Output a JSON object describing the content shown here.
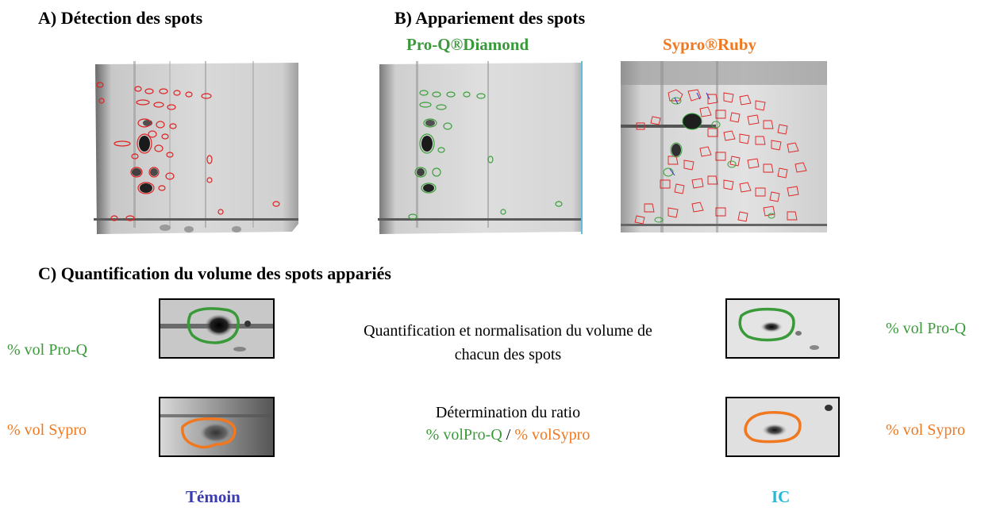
{
  "section_a": {
    "title": "A) Détection des spots"
  },
  "section_b": {
    "title": "B) Appariement des spots",
    "stain_1": "Pro-Q®Diamond",
    "stain_2": "Sypro®Ruby"
  },
  "section_c": {
    "title": "C) Quantification du volume des spots appariés",
    "left_proq_label": "% vol Pro-Q",
    "left_sypro_label": "% vol Sypro",
    "right_proq_label": "% vol Pro-Q",
    "right_sypro_label": "% vol Sypro",
    "step_1": [
      "Quantification et normalisation du volume de",
      "chacun des spots"
    ],
    "step_2": {
      "line_1": "Détermination du ratio",
      "ratio_numerator": "% volPro-Q",
      "ratio_separator": " / ",
      "ratio_denominator": "% volSypro"
    },
    "condition_left": "Témoin",
    "condition_right": "IC"
  },
  "colors": {
    "proq_green": "#3a9a3a",
    "sypro_orange": "#f07820",
    "temoin_blue": "#3a3ab4",
    "ic_cyan": "#22b8d8",
    "spot_outline_red": "#e02020"
  }
}
